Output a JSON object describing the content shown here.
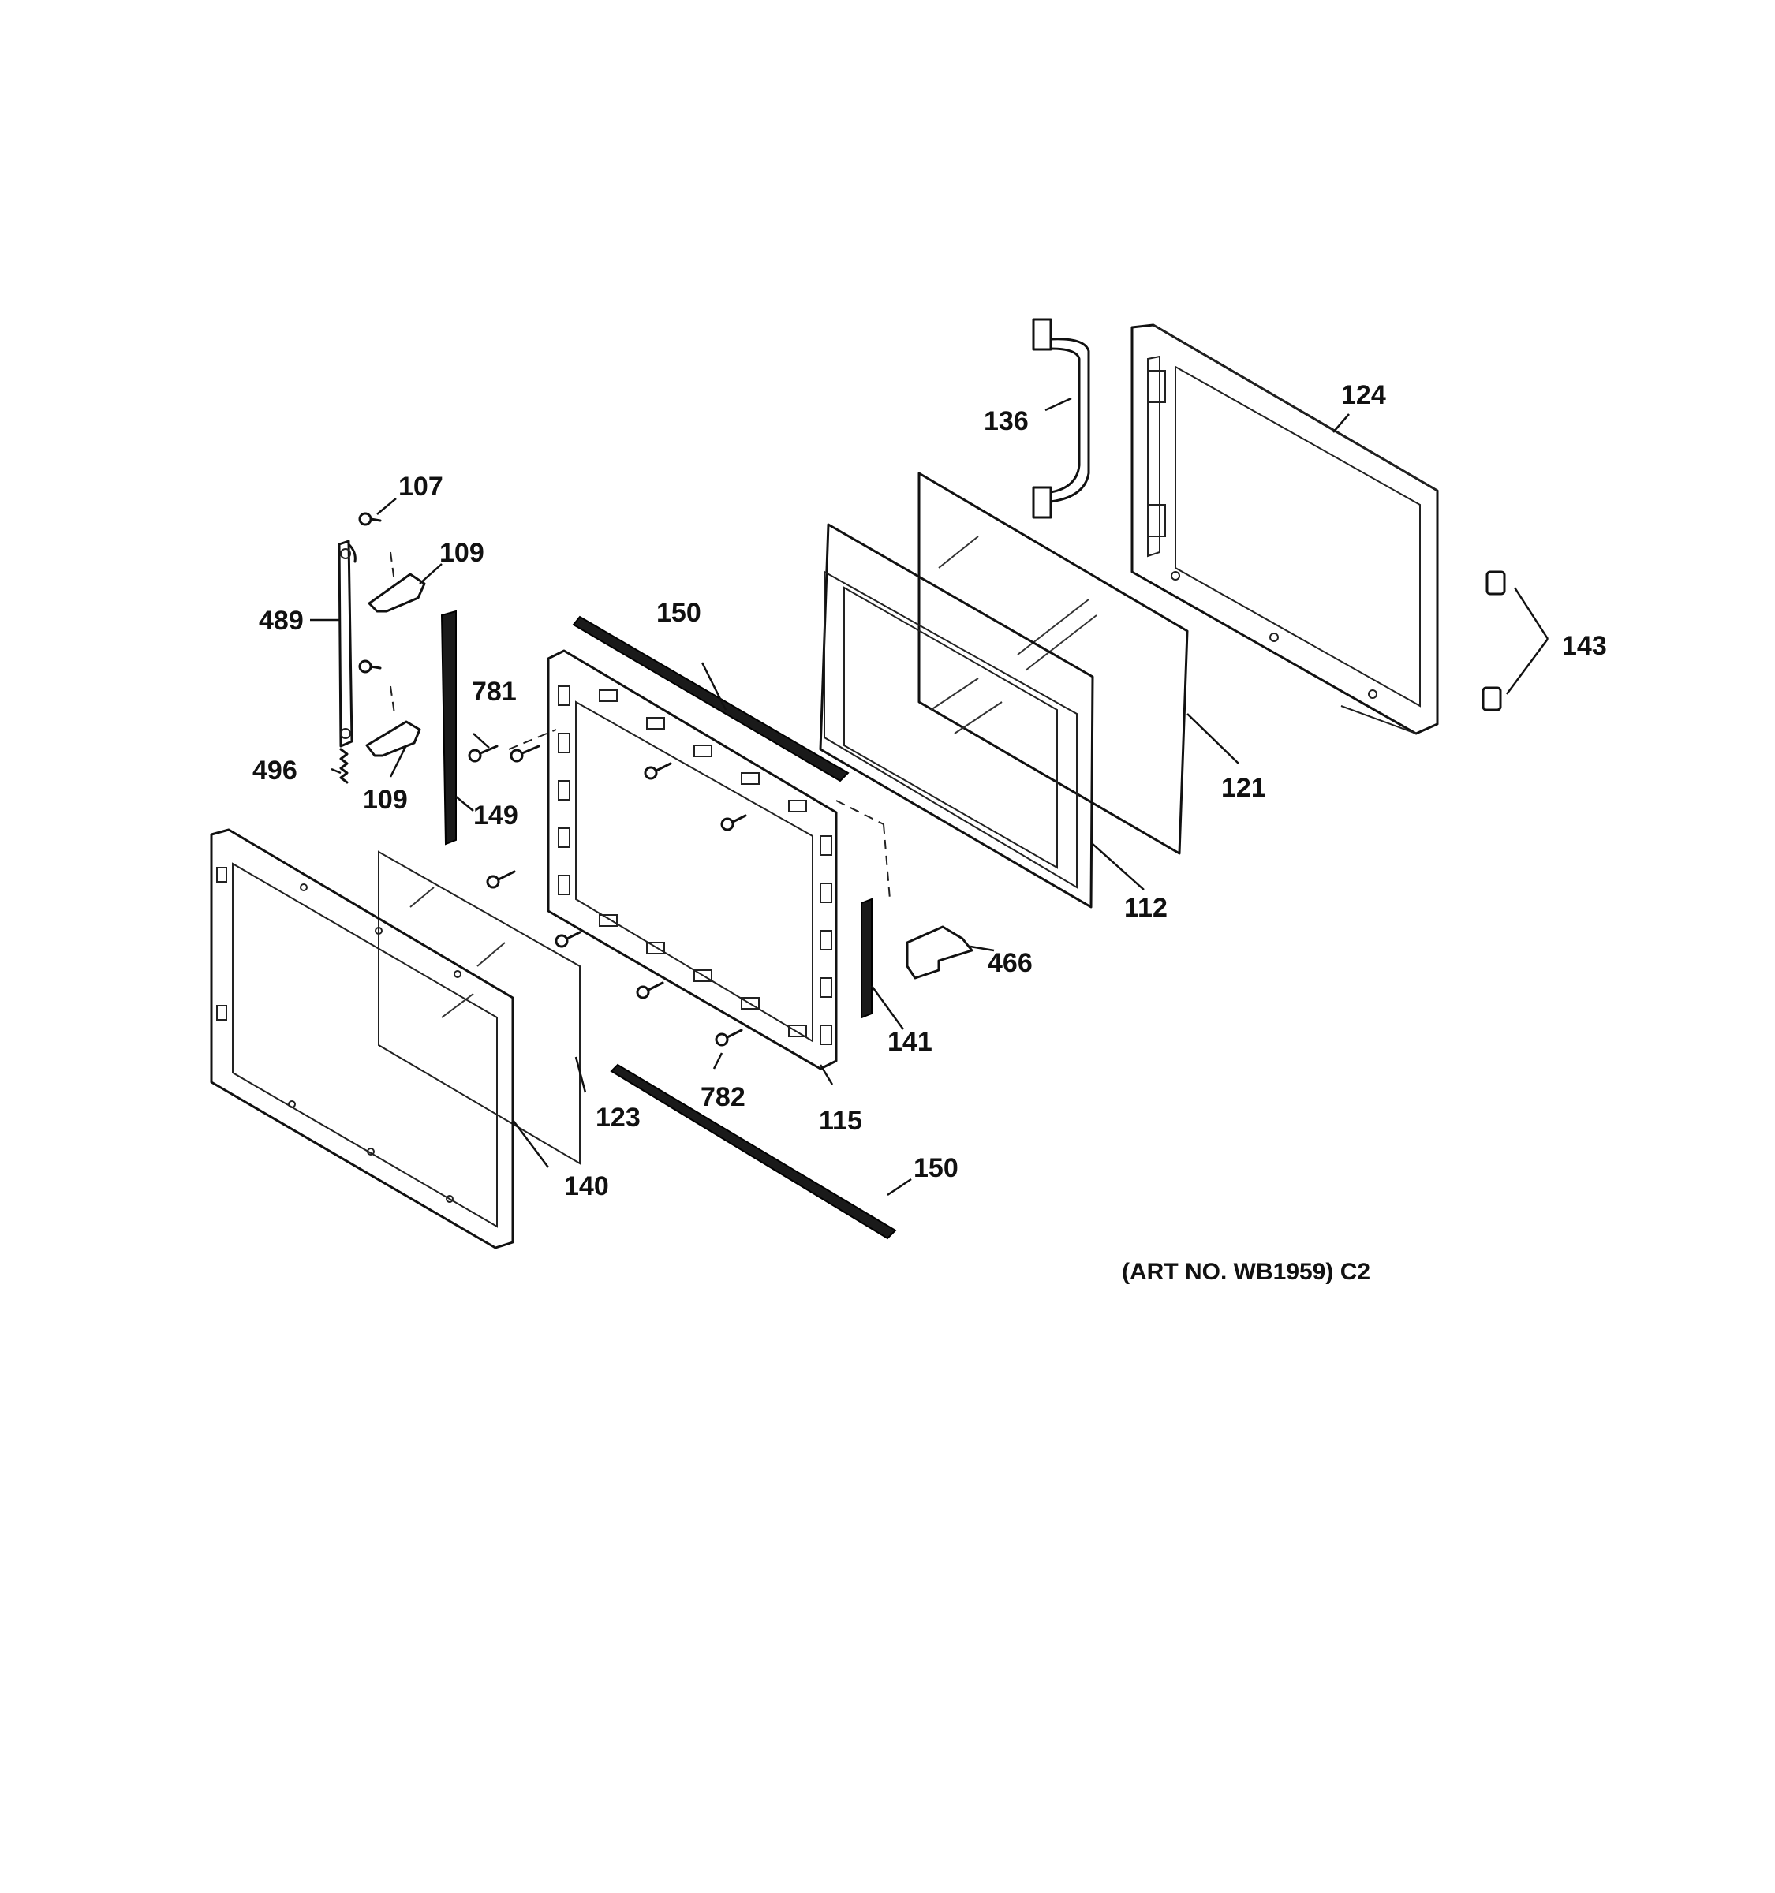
{
  "diagram": {
    "caption": "(ART NO. WB1959) C2",
    "part_labels": {
      "p107": "107",
      "p109a": "109",
      "p109b": "109",
      "p489": "489",
      "p496": "496",
      "p149": "149",
      "p781": "781",
      "p150a": "150",
      "p150b": "150",
      "p115": "115",
      "p782": "782",
      "p123": "123",
      "p140": "140",
      "p141": "141",
      "p466": "466",
      "p112": "112",
      "p121": "121",
      "p136": "136",
      "p124": "124",
      "p143": "143"
    }
  }
}
